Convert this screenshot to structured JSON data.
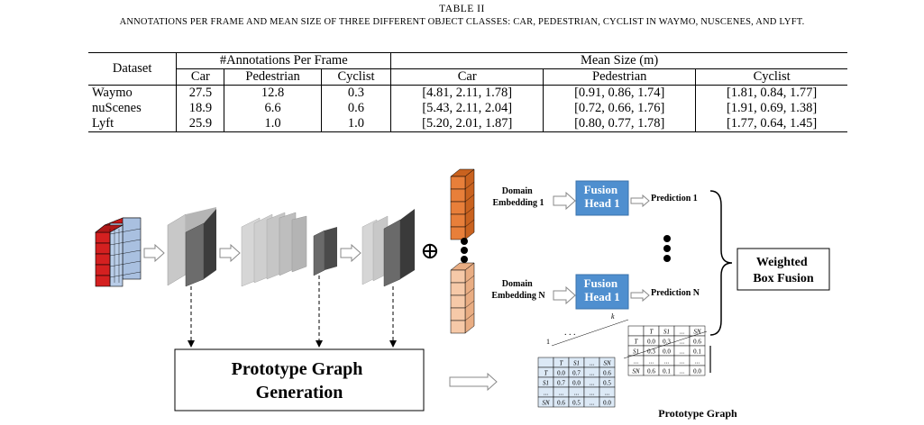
{
  "caption": {
    "table_number": "TABLE II",
    "text": "ANNOTATIONS PER FRAME AND MEAN SIZE OF THREE DIFFERENT OBJECT CLASSES: CAR, PEDESTRIAN, CYCLIST IN WAYMO, NUSCENES, AND LYFT."
  },
  "table": {
    "dataset_header": "Dataset",
    "group_annotations": "#Annotations Per Frame",
    "group_size": "Mean Size (m)",
    "columns": [
      "Car",
      "Pedestrian",
      "Cyclist",
      "Car",
      "Pedestrian",
      "Cyclist"
    ],
    "rows": [
      {
        "dataset": "Waymo",
        "cells": [
          "27.5",
          "12.8",
          "0.3",
          "[4.81, 2.11, 1.78]",
          "[0.91, 0.86, 1.74]",
          "[1.81, 0.84, 1.77]"
        ]
      },
      {
        "dataset": "nuScenes",
        "cells": [
          "18.9",
          "6.6",
          "0.6",
          "[5.43, 2.11, 2.04]",
          "[0.72, 0.66, 1.76]",
          "[1.91, 0.69, 1.38]"
        ]
      },
      {
        "dataset": "Lyft",
        "cells": [
          "25.9",
          "1.0",
          "1.0",
          "[5.20, 2.01, 1.87]",
          "[0.80, 0.77, 1.78]",
          "[1.77, 0.64, 1.45]"
        ]
      }
    ]
  },
  "figure": {
    "domain_embedding_1": [
      "Domain",
      "Embedding 1"
    ],
    "domain_embedding_n": [
      "Domain",
      "Embedding N"
    ],
    "fusion_head_1": [
      "Fusion",
      "Head 1"
    ],
    "fusion_head_n": [
      "Fusion",
      "Head 1"
    ],
    "prediction_1": "Prediction 1",
    "prediction_n": "Prediction N",
    "oplus": "⊕",
    "weighted_box_fusion": [
      "Weighted",
      "Box Fusion"
    ],
    "prototype_graph_generation": [
      "Prototype Graph",
      "Generation"
    ],
    "prototype_graph_label": "Prototype Graph",
    "stack_index_first": "1",
    "stack_index_last": "k",
    "stack_ellipsis": ". . .",
    "matrix_headers": [
      "",
      "T",
      "S1",
      "...",
      "SN"
    ],
    "matrix_front_rows": [
      [
        "T",
        "0.0",
        "0.7",
        "...",
        "0.6"
      ],
      [
        "S1",
        "0.7",
        "0.0",
        "...",
        "0.5"
      ],
      [
        "...",
        "...",
        "...",
        "...",
        "..."
      ],
      [
        "SN",
        "0.6",
        "0.5",
        "...",
        "0.0"
      ]
    ],
    "matrix_back_rows": [
      [
        "T",
        "0.0",
        "0.3",
        "...",
        "0.6"
      ],
      [
        "S1",
        "0.3",
        "0.0",
        "...",
        "0.1"
      ],
      [
        "...",
        "...",
        "...",
        "...",
        "..."
      ],
      [
        "SN",
        "0.6",
        "0.1",
        "...",
        "0.0"
      ]
    ],
    "colors": {
      "fusion_blue": "#4f8fcf",
      "embed_orange": "#e87f3a",
      "embed_peach": "#f6c9a8",
      "input_red": "#d42020",
      "input_blue": "#b9cde8",
      "matrix_blue": "#dce9f6"
    }
  }
}
